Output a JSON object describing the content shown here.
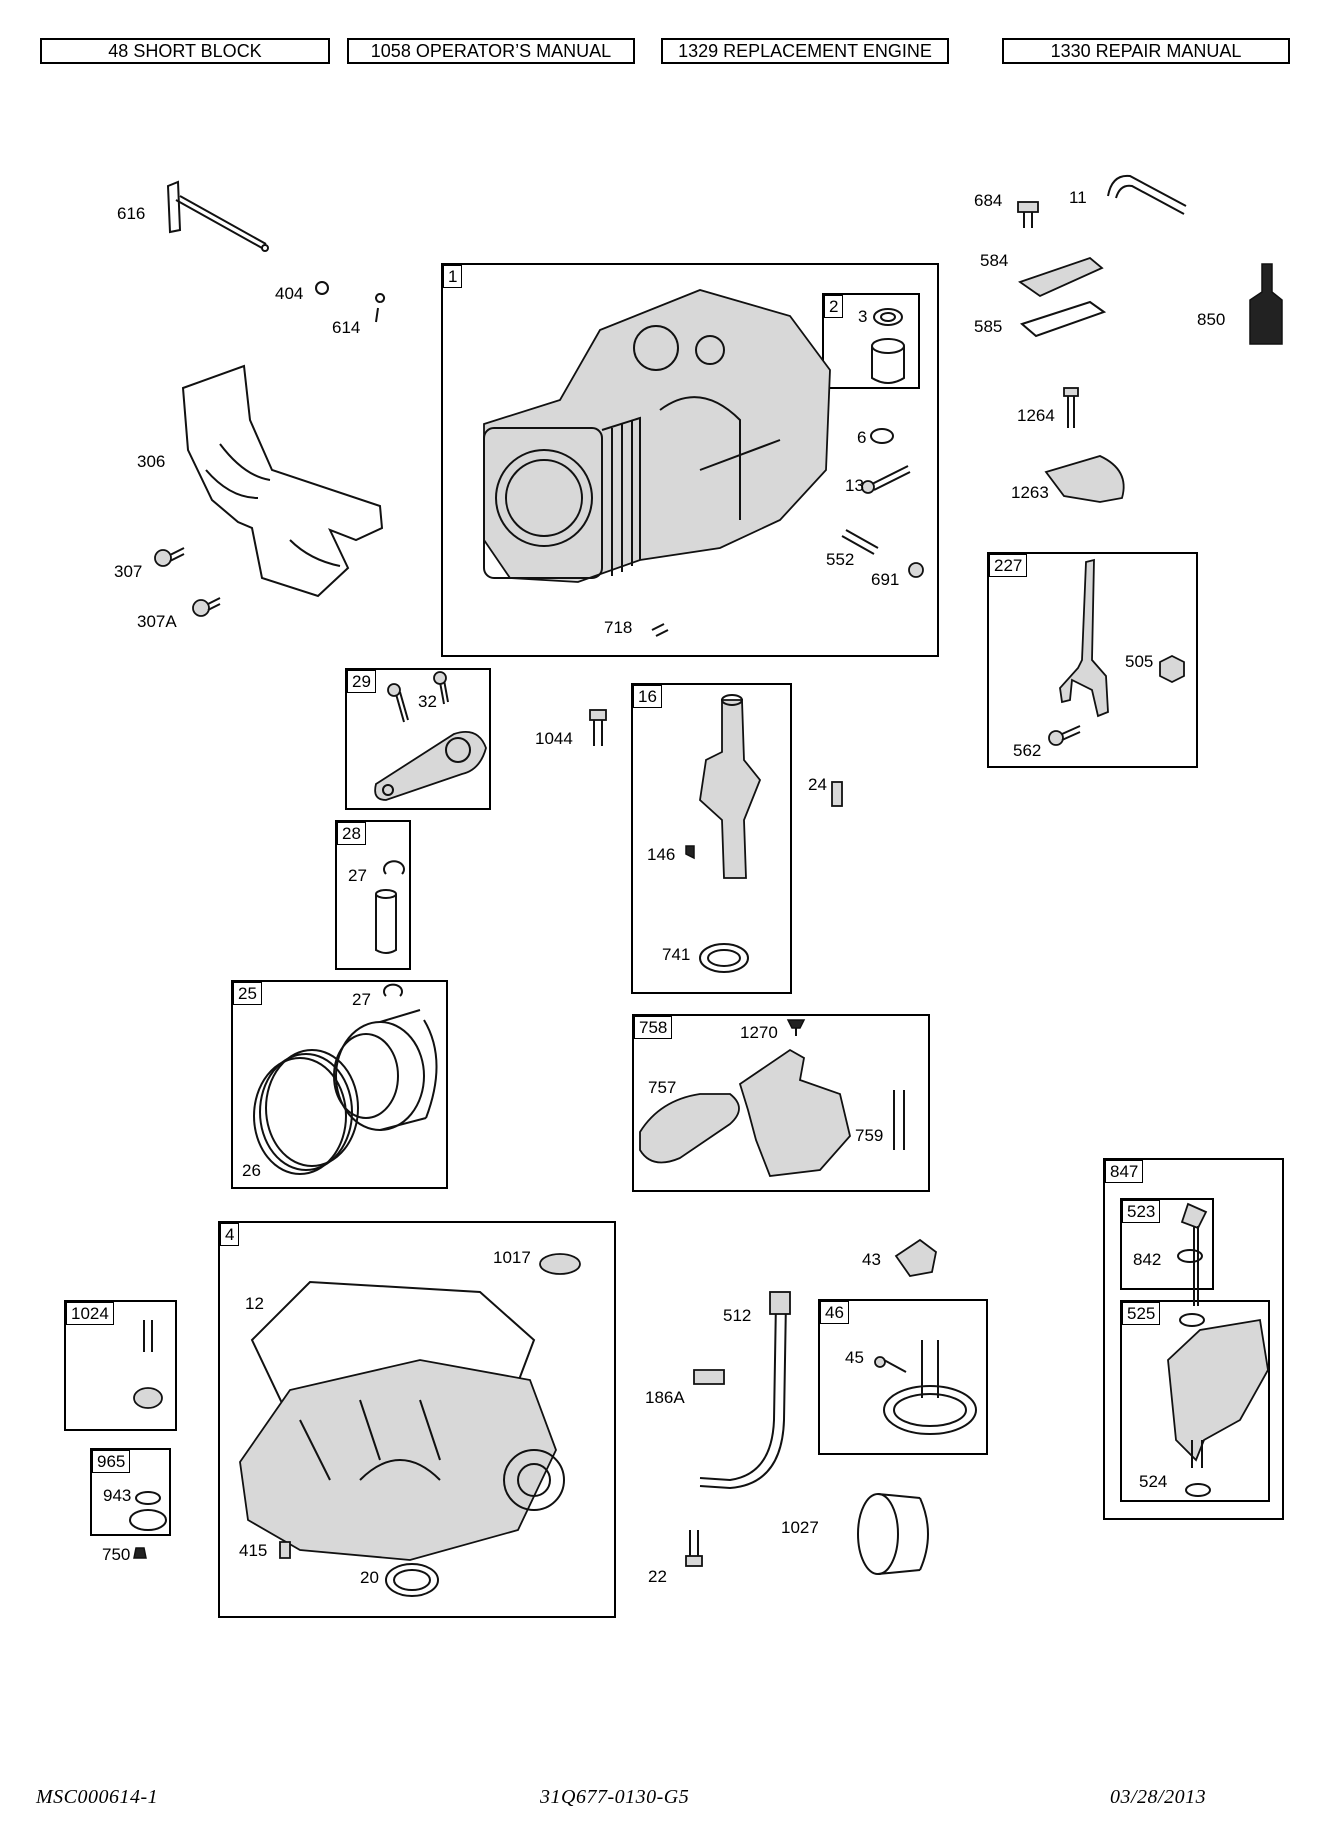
{
  "header": {
    "buttons": [
      "48 SHORT BLOCK",
      "1058 OPERATOR’S MANUAL",
      "1329 REPLACEMENT ENGINE",
      "1330 REPAIR MANUAL"
    ]
  },
  "groups": {
    "g1": "1",
    "g2": "2",
    "g29": "29",
    "g28": "28",
    "g25": "25",
    "g16": "16",
    "g227": "227",
    "g758": "758",
    "g4": "4",
    "g1024": "1024",
    "g965": "965",
    "g46": "46",
    "g847": "847",
    "g523": "523",
    "g525": "525"
  },
  "parts": {
    "p616": "616",
    "p404": "404",
    "p614": "614",
    "p306": "306",
    "p307": "307",
    "p307a": "307A",
    "p3": "3",
    "p6": "6",
    "p13": "13",
    "p552": "552",
    "p691": "691",
    "p718": "718",
    "p684": "684",
    "p11": "11",
    "p584": "584",
    "p585": "585",
    "p850": "850",
    "p1264": "1264",
    "p1263": "1263",
    "p505": "505",
    "p562": "562",
    "p32": "32",
    "p1044": "1044",
    "p24": "24",
    "p146": "146",
    "p741": "741",
    "p27a": "27",
    "p27b": "27",
    "p26": "26",
    "p1270": "1270",
    "p757": "757",
    "p759": "759",
    "p1017": "1017",
    "p12": "12",
    "p415": "415",
    "p20": "20",
    "p943": "943",
    "p750": "750",
    "p43": "43",
    "p512": "512",
    "p186a": "186A",
    "p45": "45",
    "p1027": "1027",
    "p22": "22",
    "p842": "842",
    "p524": "524"
  },
  "footer": {
    "left": "MSC000614-1",
    "center": "31Q677-0130-G5",
    "right": "03/28/2013"
  }
}
